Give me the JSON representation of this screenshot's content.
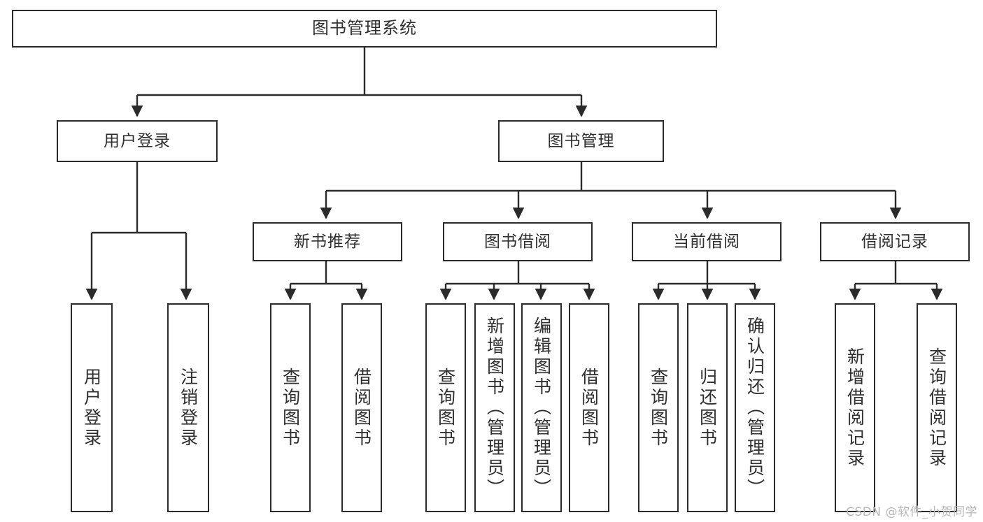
{
  "diagram": {
    "title": "图书管理系统",
    "watermark": "CSDN @软件_小贺同学",
    "colors": {
      "box_border": "#2b2b2b",
      "box_fill": "#ffffff",
      "text": "#2f2f2f",
      "edge": "#2b2b2b",
      "background": "#ffffff",
      "watermark": "#b8b8b8"
    },
    "nodes": {
      "root": {
        "label": "图书管理系统"
      },
      "level2": [
        {
          "id": "user-login",
          "label": "用户登录"
        },
        {
          "id": "book-management",
          "label": "图书管理"
        }
      ],
      "level3": [
        {
          "id": "new-book-recommend",
          "label": "新书推荐"
        },
        {
          "id": "book-borrow",
          "label": "图书借阅"
        },
        {
          "id": "current-borrow",
          "label": "当前借阅"
        },
        {
          "id": "borrow-record",
          "label": "借阅记录"
        }
      ],
      "leaves": {
        "user_login": [
          {
            "id": "leaf-user-login",
            "label": "用户登录"
          },
          {
            "id": "leaf-logout-login",
            "label": "注销登录"
          }
        ],
        "new_book_recommend": [
          {
            "id": "leaf-query-book-1",
            "label": "查询图书"
          },
          {
            "id": "leaf-borrow-book-1",
            "label": "借阅图书"
          }
        ],
        "book_borrow": [
          {
            "id": "leaf-query-book-2",
            "label": "查询图书"
          },
          {
            "id": "leaf-add-book",
            "label": "新增图书（管理员）"
          },
          {
            "id": "leaf-edit-book",
            "label": "编辑图书（管理员）"
          },
          {
            "id": "leaf-borrow-book-2",
            "label": "借阅图书"
          }
        ],
        "current_borrow": [
          {
            "id": "leaf-query-book-3",
            "label": "查询图书"
          },
          {
            "id": "leaf-return-book",
            "label": "归还图书"
          },
          {
            "id": "leaf-confirm-return",
            "label": "确认归还（管理员）"
          }
        ],
        "borrow_record": [
          {
            "id": "leaf-add-record",
            "label": "新增借阅记录"
          },
          {
            "id": "leaf-query-record",
            "label": "查询借阅记录"
          }
        ]
      }
    }
  }
}
